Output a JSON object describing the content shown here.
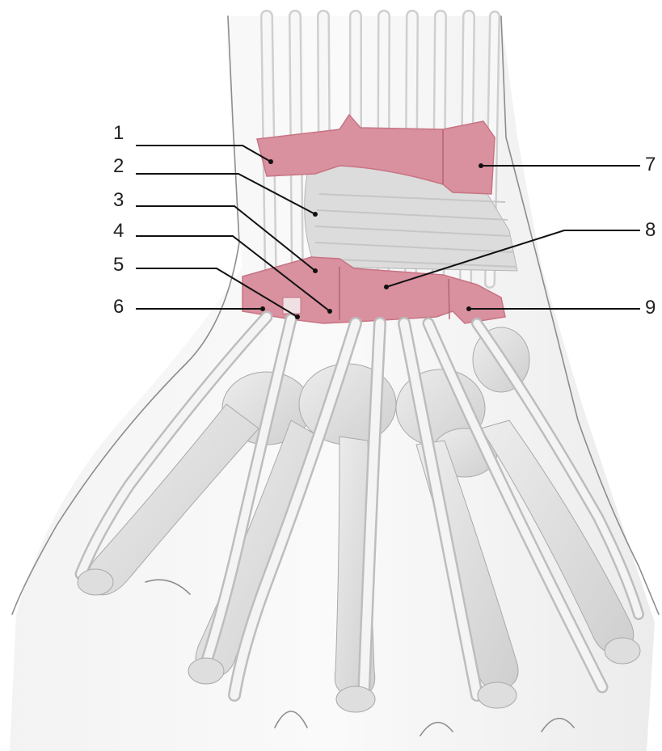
{
  "diagram": {
    "subject": "dorsal view of wrist and hand",
    "colors": {
      "retinaculum": "#d9909f",
      "retinaculum_dark": "#c77484",
      "tendon": "#f4f4f4",
      "tendon_edge": "#bdbdbd",
      "bone": "#e4e4e4",
      "skin_outline": "#8d8d8d",
      "leader": "#111111"
    },
    "labels": {
      "l1": "1",
      "l2": "2",
      "l3": "3",
      "l4": "4",
      "l5": "5",
      "l6": "6",
      "l7": "7",
      "l8": "8",
      "l9": "9"
    }
  }
}
